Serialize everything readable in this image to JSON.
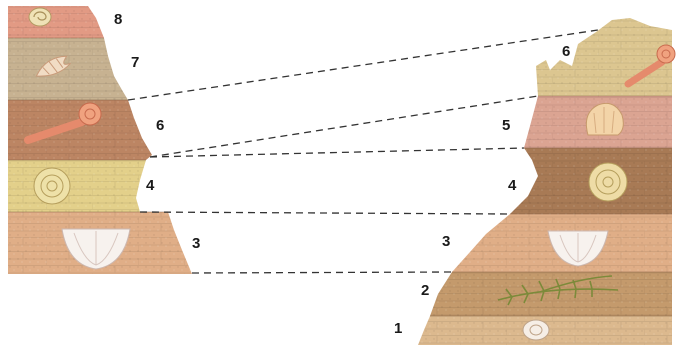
{
  "colors": {
    "layer_1": "#dcb98e",
    "layer_2": "#c49a6c",
    "layer_3": "#e0ae87",
    "layer_4_left": "#e3d08a",
    "layer_4_right": "#a87a55",
    "layer_5": "#dba492",
    "layer_6_left": "#bc8563",
    "layer_6_right": "#dcc690",
    "layer_7": "#c7b291",
    "layer_8": "#e29a84",
    "correlation_line": "#333333"
  },
  "left_column": {
    "labels": [
      "8",
      "7",
      "6",
      "4",
      "3"
    ],
    "fossils": [
      "ammonite-fossil",
      "cone-shell-fossil",
      "uncoiled-cephalopod-fossil",
      "ammonite-fossil",
      "clam-shell-fossil"
    ]
  },
  "right_column": {
    "labels": [
      "6",
      "5",
      "4",
      "3",
      "2",
      "1"
    ],
    "fossils": [
      "uncoiled-cephalopod-fossil",
      "scallop-shell-fossil",
      "ammonite-fossil",
      "clam-shell-fossil",
      "fern-fossil",
      "spiral-shell-fossil"
    ]
  }
}
